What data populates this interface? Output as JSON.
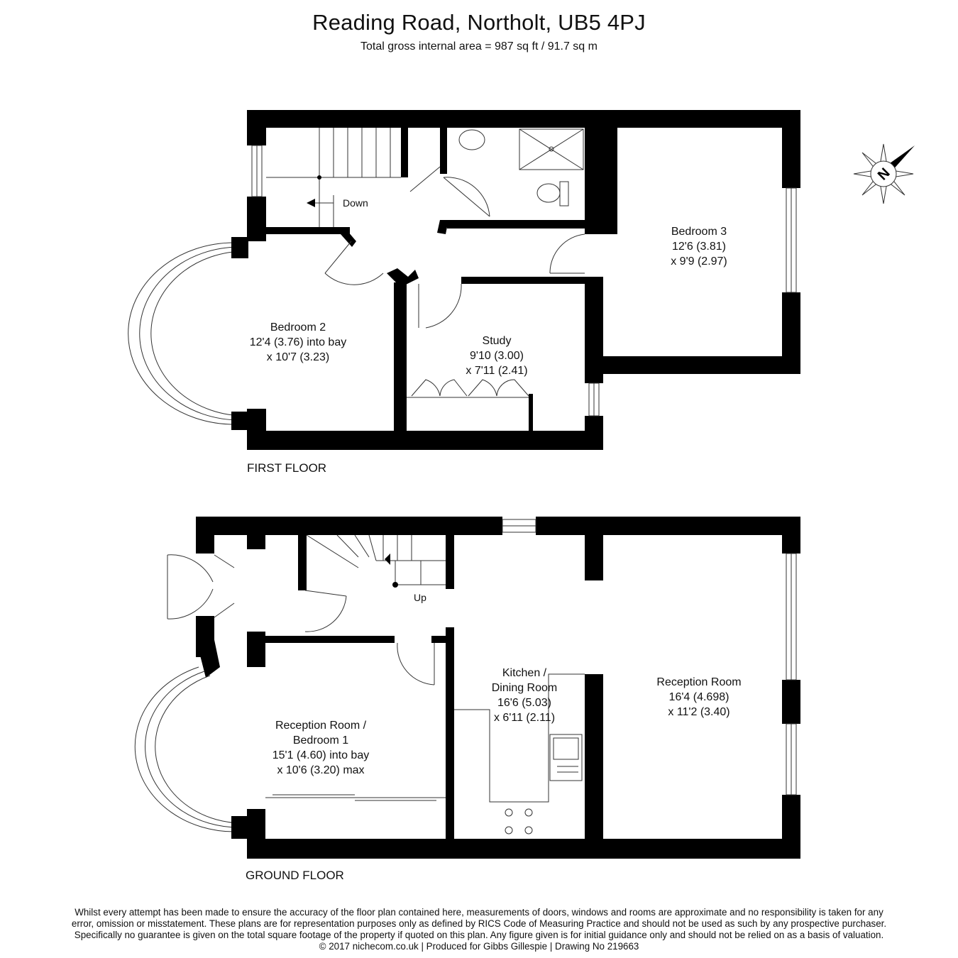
{
  "header": {
    "title": "Reading Road, Northolt, UB5 4PJ",
    "subtitle": "Total gross internal area =  987 sq ft / 91.7 sq m"
  },
  "first_floor": {
    "label": "FIRST FLOOR",
    "stair_label": "Down",
    "rooms": {
      "bedroom2": [
        "Bedroom 2",
        "12'4 (3.76) into bay",
        "x 10'7 (3.23)"
      ],
      "bedroom3": [
        "Bedroom 3",
        "12'6 (3.81)",
        "x 9'9 (2.97)"
      ],
      "study": [
        "Study",
        "9'10 (3.00)",
        "x 7'11 (2.41)"
      ]
    }
  },
  "ground_floor": {
    "label": "GROUND FLOOR",
    "stair_label": "Up",
    "rooms": {
      "reception_bedroom1": [
        "Reception Room /",
        "Bedroom 1",
        "15'1 (4.60) into bay",
        "x 10'6 (3.20) max"
      ],
      "kitchen": [
        "Kitchen /",
        "Dining Room",
        "16'6 (5.03)",
        "x 6'11 (2.11)"
      ],
      "reception": [
        "Reception Room",
        "16'4 (4.698)",
        "x 11'2 (3.40)"
      ]
    }
  },
  "compass": {
    "icon": "north-compass-icon",
    "letter": "N"
  },
  "disclaimer": {
    "line1": "Whilst every attempt has been made to ensure the accuracy of the floor plan contained here, measurements of doors, windows and rooms are approximate and no responsibility is taken for any",
    "line2": "error, omission or misstatement. These plans are for representation purposes only as defined by RICS Code of Measuring Practice and should not be used as such by any prospective purchaser.",
    "line3": "Specifically no guarantee is given on the total square footage of the property if quoted on this plan. Any figure given is for initial guidance only and should not be relied on as a basis of valuation.",
    "line4": "© 2017 nichecom.co.uk  |  Produced for Gibbs Gillespie  |  Drawing No 219663"
  }
}
